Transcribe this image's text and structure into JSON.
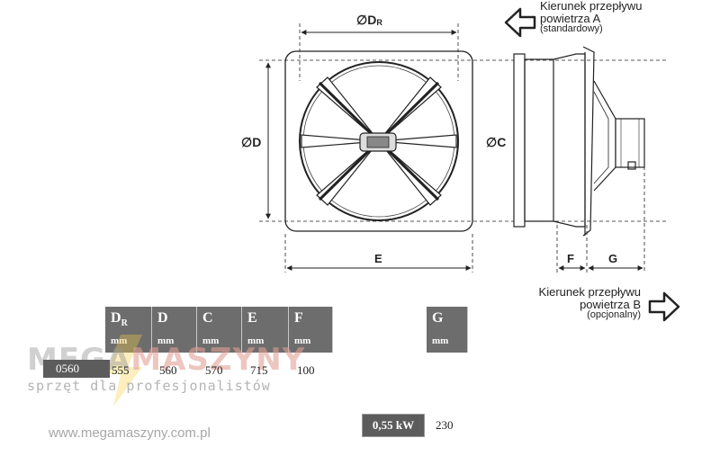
{
  "dimensions": {
    "dr": "∅D",
    "dr_sub": "R",
    "d": "∅D",
    "c": "∅C",
    "e": "E",
    "f": "F",
    "g": "G"
  },
  "airflow_a": {
    "line1": "Kierunek przepływu",
    "line2": "powietrza A",
    "line3": "(standardowy)",
    "arrow_icon": "left-arrow-outline"
  },
  "airflow_b": {
    "line1": "Kierunek przepływu",
    "line2": "powietrza B",
    "line3": "(opcjonalny)",
    "arrow_icon": "right-arrow-outline"
  },
  "table": {
    "headers": [
      {
        "symbol": "D",
        "sub": "R",
        "unit": "mm"
      },
      {
        "symbol": "D",
        "sub": "",
        "unit": "mm"
      },
      {
        "symbol": "C",
        "sub": "",
        "unit": "mm"
      },
      {
        "symbol": "E",
        "sub": "",
        "unit": "mm"
      },
      {
        "symbol": "F",
        "sub": "",
        "unit": "mm"
      },
      {
        "symbol": "G",
        "sub": "",
        "unit": "mm"
      }
    ],
    "model": "0560",
    "values": [
      "555",
      "560",
      "570",
      "715",
      "100"
    ],
    "power": "0,55 kW",
    "power_value": "230"
  },
  "watermark": {
    "logo_a": "MEGA",
    "logo_b": "MASZYNY",
    "tagline": "sprzęt dla profesjonalistów",
    "url": "www.megamaszyny.com.pl"
  },
  "colors": {
    "header_bg": "#6d6d6d",
    "line": "#222222",
    "accent_watermark": "#e0a096"
  }
}
